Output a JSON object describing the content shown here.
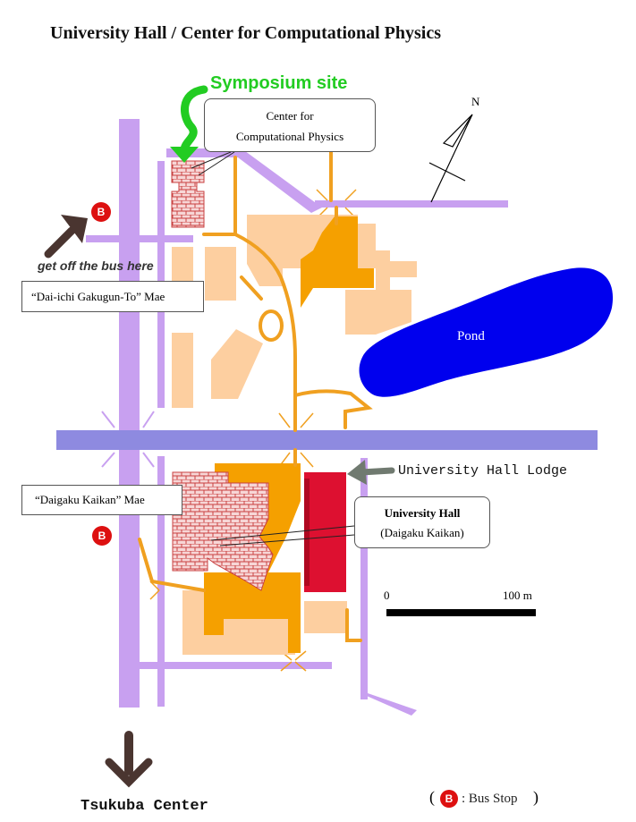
{
  "title": "University Hall / Center for Computational Physics",
  "symposium_label": "Symposium site",
  "ccp_callout": {
    "line1": "Center for",
    "line2": "Computational Physics"
  },
  "north_label": "N",
  "bus_marker_letter": "B",
  "get_off_label": "get off the bus here",
  "busstop_daiichi": "“Dai-ichi Gakugun-To” Mae",
  "pond_label": "Pond",
  "lodge_label": "University Hall Lodge",
  "busstop_daigaku": "“Daigaku Kaikan” Mae",
  "uh_callout": {
    "line1": "University Hall",
    "line2": "(Daigaku Kaikan)"
  },
  "scale": {
    "start": "0",
    "end": "100 m"
  },
  "tsukuba_label": "Tsukuba Center",
  "legend": {
    "open": "(",
    "text": ": Bus Stop",
    "close": ")"
  },
  "colors": {
    "road": "#c8a0f0",
    "main_road": "#8e8ae0",
    "path": "#f0a020",
    "building": "#fdcfa0",
    "dark_building": "#f5a000",
    "pond": "#0000ee",
    "university_hall": "#dd1030",
    "brick": "#f7d6d6",
    "brick_line": "#c84040",
    "symposium_green": "#22cc22",
    "arrow_brown": "#4a3530",
    "arrow_gray": "#707a70",
    "bus_stop": "#dd1010"
  }
}
